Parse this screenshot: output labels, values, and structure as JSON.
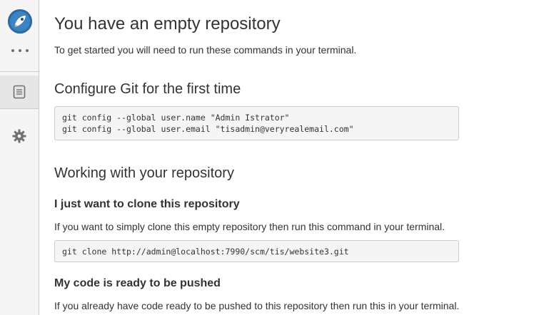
{
  "sidebar": {
    "logo": "stash-logo-icon",
    "more": "more-icon",
    "items": [
      {
        "icon": "document-icon",
        "active": true
      },
      {
        "icon": "gear-icon",
        "active": false
      }
    ]
  },
  "main": {
    "title": "You have an empty repository",
    "intro": "To get started you will need to run these commands in your terminal.",
    "configure": {
      "heading": "Configure Git for the first time",
      "commands": [
        "git config --global user.name \"Admin Istrator\"",
        "git config --global user.email \"tisadmin@veryrealemail.com\""
      ]
    },
    "working": {
      "heading": "Working with your repository",
      "clone": {
        "heading": "I just want to clone this repository",
        "text": "If you want to simply clone this empty repository then run this command in your terminal.",
        "command": "git clone http://admin@localhost:7990/scm/tis/website3.git"
      },
      "push": {
        "heading": "My code is ready to be pushed",
        "text": "If you already have code ready to be pushed to this repository then run this in your terminal."
      }
    }
  },
  "colors": {
    "brand": "#205081",
    "sidebar_bg": "#f5f5f5",
    "code_bg": "#f5f5f5",
    "border": "#cccccc",
    "text": "#333333"
  }
}
